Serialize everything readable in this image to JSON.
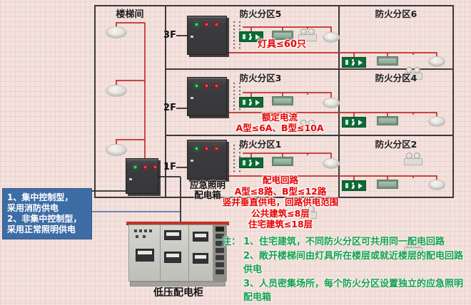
{
  "diagram": {
    "staircase": {
      "title": "楼梯间"
    },
    "floors": [
      {
        "label": "3F",
        "left_zone": "防火分区5",
        "right_zone": "防火分区6"
      },
      {
        "label": "2F",
        "left_zone": "防火分区3",
        "right_zone": "防火分区4"
      },
      {
        "label": "1F",
        "left_zone": "防火分区1",
        "right_zone": "防火分区2"
      }
    ],
    "box_label": [
      "应急照明",
      "配电箱"
    ]
  },
  "annotations": {
    "lamps_limit": "灯具≤60只",
    "rated_current": [
      "额定电流",
      "A型≤6A、B型≤10A"
    ],
    "circuit": [
      "配电回路",
      "A型≤8路、B型≤12路",
      "竖井垂直供电，回路供电范围",
      "公共建筑≤8层",
      "住宅建筑≤18层"
    ]
  },
  "power_note": {
    "lines": [
      "1、集中控制型，",
      "采用消防供电",
      "2、非集中控制型，",
      "采用正常照明供电"
    ]
  },
  "cabinet": {
    "label": "低压配电柜"
  },
  "notes": {
    "prefix": "注：",
    "items": [
      "1、住宅建筑，不同防火分区可共用同一配电回路",
      "2、敞开楼梯间由灯具所在楼层或就近楼层的配电回路供电",
      "3、人员密集场所，每个防火分区设置独立的应急照明配电箱"
    ]
  },
  "colors": {
    "background": "#f3e2de",
    "wire_red": "#c22f2a",
    "text_red": "#e60000",
    "text_green": "#13a04e",
    "note_blue_bg": "#3e6da6",
    "grid_border": "#3a3a3a"
  }
}
